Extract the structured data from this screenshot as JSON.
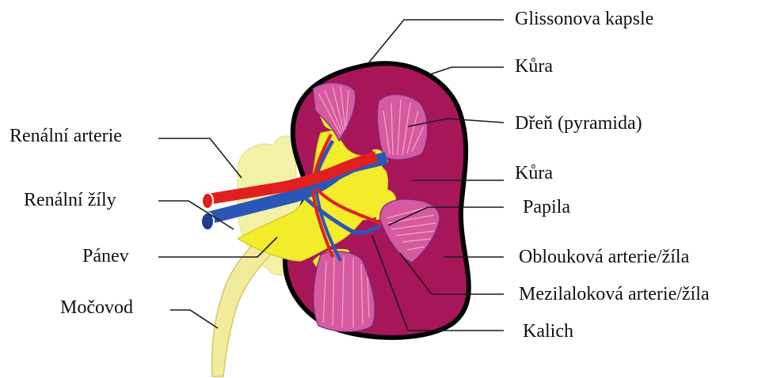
{
  "labels": {
    "renal_artery": "Renální arterie",
    "renal_veins": "Renální žíly",
    "pelvis": "Pánev",
    "ureter": "Močovod",
    "capsule": "Glissonova kapsle",
    "cortex_top": "Kůra",
    "medulla": "Dřeň (pyramida)",
    "cortex_mid": "Kůra",
    "papilla": "Papila",
    "arcuate": "Oblouková arterie/žíla",
    "interlobar": "Mezilaloková arterie/žíla",
    "calyx": "Kalich"
  },
  "colors": {
    "kidney_fill": "#a8165a",
    "capsule_outline": "#000000",
    "pyramid_fill": "#d65aa0",
    "pelvis_fill": "#f2ec2a",
    "fat_fill": "#f3f0a8",
    "artery": "#e02020",
    "vein": "#2a56b8"
  }
}
